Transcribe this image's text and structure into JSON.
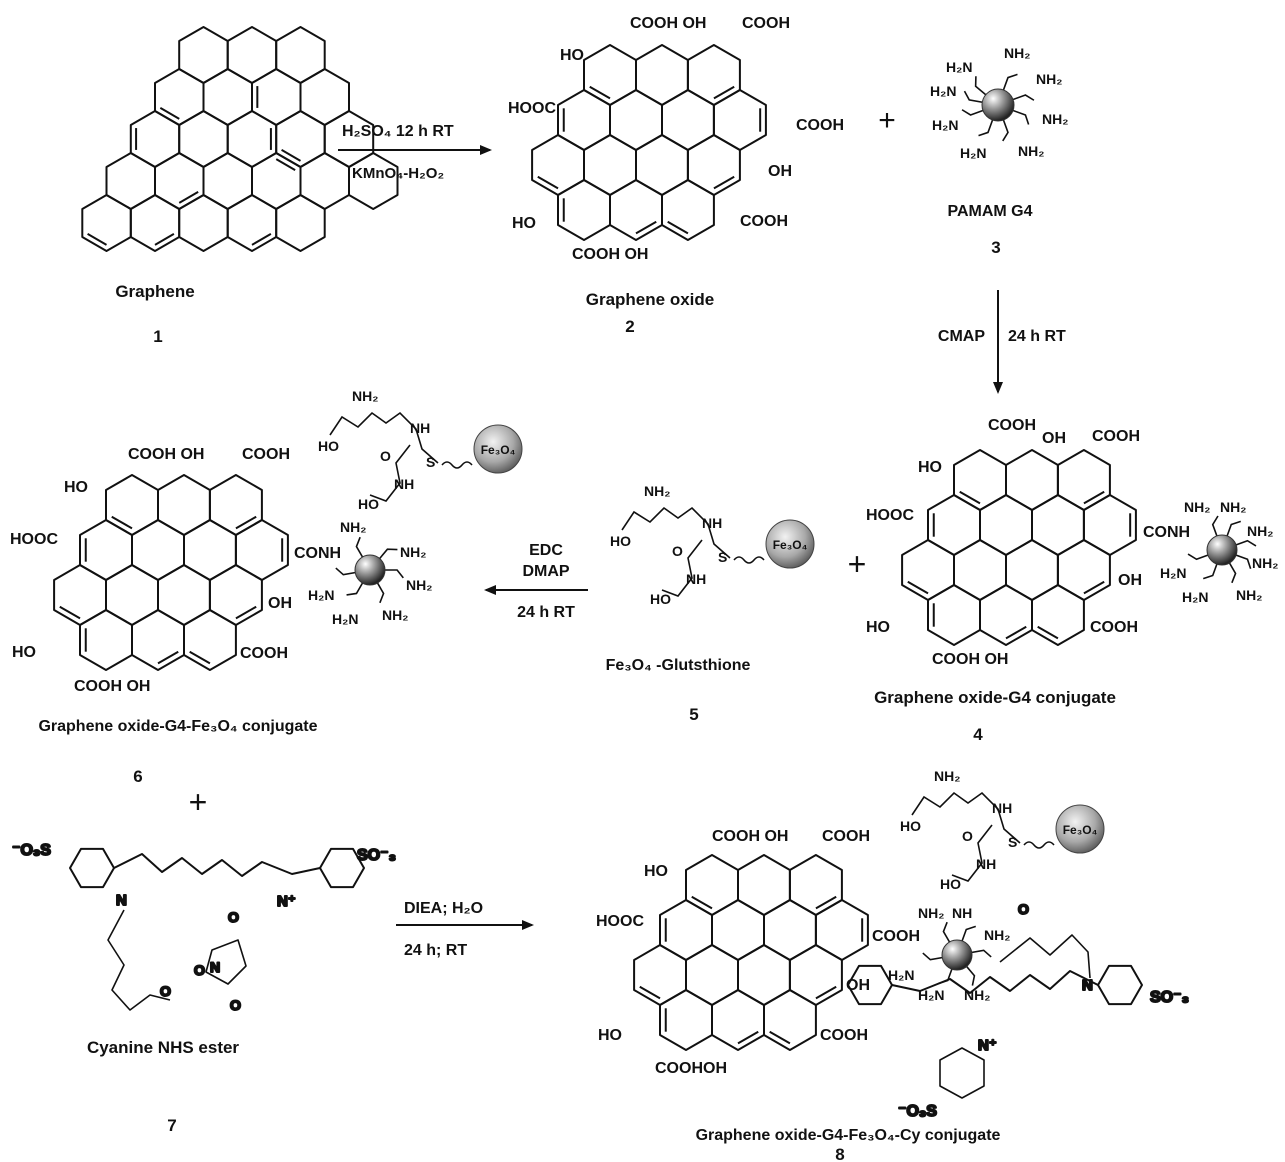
{
  "compounds": {
    "c1": {
      "name": "Graphene",
      "number": "1"
    },
    "c2": {
      "name": "Graphene oxide",
      "number": "2"
    },
    "c3": {
      "name": "PAMAM G4",
      "number": "3"
    },
    "c4": {
      "name": "Graphene oxide-G4 conjugate",
      "number": "4"
    },
    "c5": {
      "name": "Fe₃O₄ -Glutsthione",
      "number": "5"
    },
    "c6": {
      "name": "Graphene oxide-G4-Fe₃O₄ conjugate",
      "number": "6"
    },
    "c7": {
      "name": "Cyanine NHS ester",
      "number": "7"
    },
    "c8": {
      "name": "Graphene oxide-G4-Fe₃O₄-Cy conjugate",
      "number": "8"
    }
  },
  "reactions": {
    "r1": {
      "top": "H₂SO₄ 12 h RT",
      "bottom": "KMnO₄-H₂O₂"
    },
    "r2": {
      "left": "CMAP",
      "right": "24 h RT"
    },
    "r3": {
      "line1": "EDC",
      "line2": "DMAP",
      "line3": "24 h RT"
    },
    "r4": {
      "top": "DIEA; H₂O",
      "bottom": "24 h; RT"
    }
  },
  "operators": {
    "plus": "+"
  },
  "groups": {
    "cooh": "COOH",
    "hooc": "HOOC",
    "oh": "OH",
    "ho": "HO",
    "nh2": "NH₂",
    "h2n": "H₂N",
    "conh": "CONH",
    "nh": "NH",
    "s": "S",
    "o": "O",
    "fe3o4": "Fe₃O₄",
    "so3_right": "SO⁻₃",
    "so3_left": "⁻O₃S",
    "n_plus": "N⁺",
    "n": "N",
    "cooh_oh": "COOH OH",
    "coohoh": "COOHOH"
  }
}
